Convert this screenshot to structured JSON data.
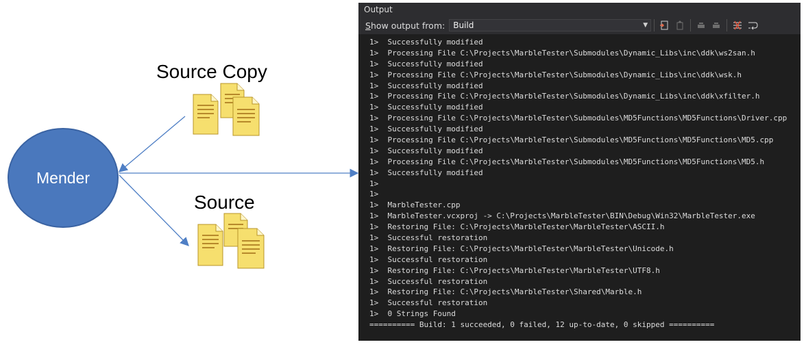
{
  "diagram": {
    "mender_label": "Mender",
    "source_copy_label": "Source Copy",
    "source_label": "Source",
    "colors": {
      "mender_fill": "#4a78bd",
      "arrow": "#4f7fc5",
      "file_fill": "#f6df6e"
    }
  },
  "output": {
    "title": "Output",
    "show_output_from_label": "Show output from:",
    "selected_source": "Build",
    "toolbar_icons": [
      "go-to-line-icon",
      "previous-message-icon",
      "next-message-icon",
      "find-message-icon",
      "clear-all-icon",
      "toggle-word-wrap-icon"
    ],
    "lines": [
      "1>  Successfully modified",
      "1>  Processing File C:\\Projects\\MarbleTester\\Submodules\\Dynamic_Libs\\inc\\ddk\\ws2san.h",
      "1>  Successfully modified",
      "1>  Processing File C:\\Projects\\MarbleTester\\Submodules\\Dynamic_Libs\\inc\\ddk\\wsk.h",
      "1>  Successfully modified",
      "1>  Processing File C:\\Projects\\MarbleTester\\Submodules\\Dynamic_Libs\\inc\\ddk\\xfilter.h",
      "1>  Successfully modified",
      "1>  Processing File C:\\Projects\\MarbleTester\\Submodules\\MD5Functions\\MD5Functions\\Driver.cpp",
      "1>  Successfully modified",
      "1>  Processing File C:\\Projects\\MarbleTester\\Submodules\\MD5Functions\\MD5Functions\\MD5.cpp",
      "1>  Successfully modified",
      "1>  Processing File C:\\Projects\\MarbleTester\\Submodules\\MD5Functions\\MD5Functions\\MD5.h",
      "1>  Successfully modified",
      "1>",
      "1>",
      "1>  MarbleTester.cpp",
      "1>  MarbleTester.vcxproj -> C:\\Projects\\MarbleTester\\BIN\\Debug\\Win32\\MarbleTester.exe",
      "1>  Restoring File: C:\\Projects\\MarbleTester\\MarbleTester\\ASCII.h",
      "1>  Successful restoration",
      "1>  Restoring File: C:\\Projects\\MarbleTester\\MarbleTester\\Unicode.h",
      "1>  Successful restoration",
      "1>  Restoring File: C:\\Projects\\MarbleTester\\MarbleTester\\UTF8.h",
      "1>  Successful restoration",
      "1>  Restoring File: C:\\Projects\\MarbleTester\\Shared\\Marble.h",
      "1>  Successful restoration",
      "1>  0 Strings Found",
      "========== Build: 1 succeeded, 0 failed, 12 up-to-date, 0 skipped =========="
    ]
  }
}
